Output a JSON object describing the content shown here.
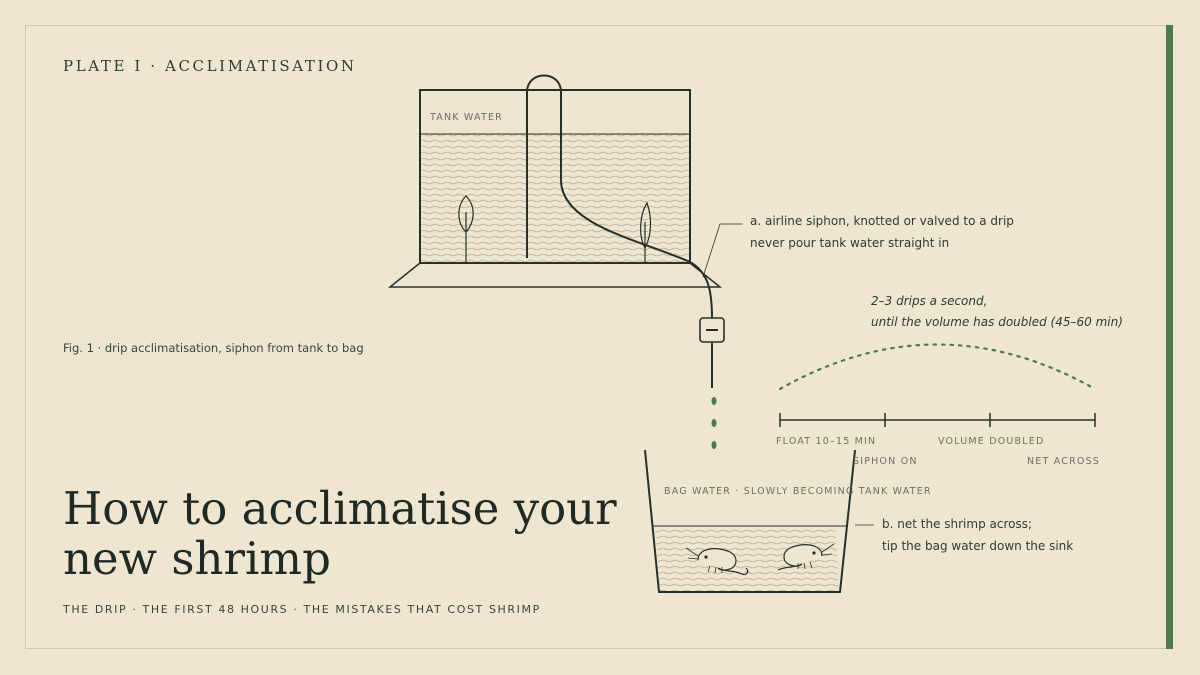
{
  "plate_title": "PLATE I · ACCLIMATISATION",
  "figure_caption": "Fig. 1 · drip acclimatisation, siphon from tank to bag",
  "headline": {
    "line1": "How to acclimatise your",
    "line2": "new shrimp"
  },
  "subtitle": "THE DRIP · THE FIRST 48 HOURS · THE MISTAKES THAT COST SHRIMP",
  "diagram": {
    "tank_label": "TANK WATER",
    "bag_label": "BAG WATER · SLOWLY BECOMING TANK WATER",
    "note_a": {
      "line1": "a. airline siphon, knotted or valved to a drip",
      "line2": "never pour tank water straight in"
    },
    "note_b": {
      "line1": "b. net the shrimp across;",
      "line2": "tip the bag water down the sink"
    },
    "drip_rate": {
      "line1": "2–3 drips a second,",
      "line2": "until the volume has doubled (45–60 min)"
    },
    "timeline": {
      "steps_top": [
        "FLOAT 10–15 MIN",
        "VOLUME DOUBLED"
      ],
      "steps_bottom": [
        "SIPHON ON",
        "NET ACROSS"
      ]
    }
  },
  "colors": {
    "background": "#efe6d1",
    "ink": "#26302a",
    "accent_green": "#4c7a4c",
    "frame": "#d2c6a6",
    "muted_label": "#6a6f62"
  },
  "icons": [
    "plant-icon",
    "valve-icon",
    "shrimp-icon"
  ]
}
